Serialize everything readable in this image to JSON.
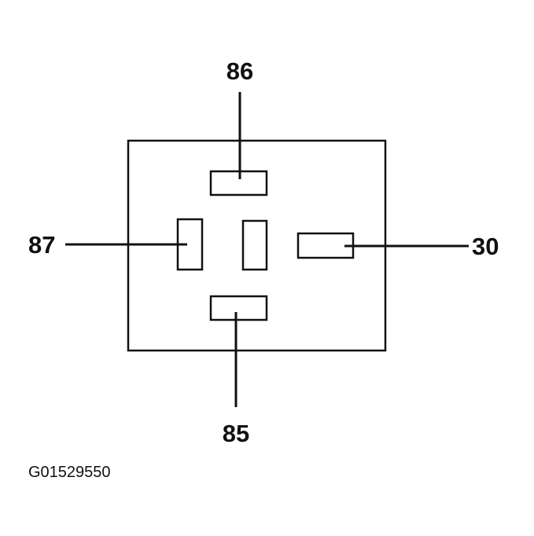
{
  "diagram": {
    "pins": {
      "top": "86",
      "left": "87",
      "right": "30",
      "bottom": "85"
    },
    "figure_id": "G01529550"
  },
  "colors": {
    "ink": "#111111",
    "background": "#ffffff"
  }
}
